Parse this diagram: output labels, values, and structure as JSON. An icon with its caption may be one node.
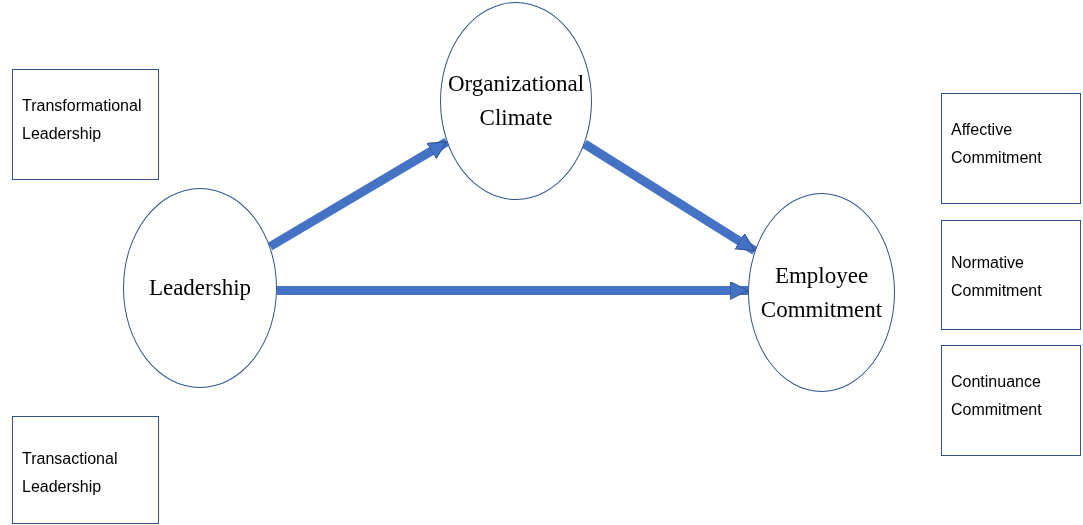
{
  "diagram": {
    "nodes": [
      {
        "text": [
          "Transformational Leadership"
        ]
      },
      {
        "text": [
          "Organizational Climate"
        ]
      },
      {
        "text": [
          "Leadership"
        ]
      },
      {
        "text": [
          "Employee Commitment"
        ]
      },
      {
        "text": [
          "Affective Commitment"
        ]
      },
      {
        "text": [
          "Normative Commitment"
        ]
      },
      {
        "text": [
          "Continuance Commitment"
        ]
      },
      {
        "text": [
          "Transactional Leadership"
        ]
      }
    ],
    "edges": [
      {
        "from": 2,
        "to": 1,
        "arrow": "to"
      },
      {
        "from": 1,
        "to": 3,
        "arrow": "to"
      },
      {
        "from": 2,
        "to": 3,
        "arrow": "to"
      }
    ]
  }
}
